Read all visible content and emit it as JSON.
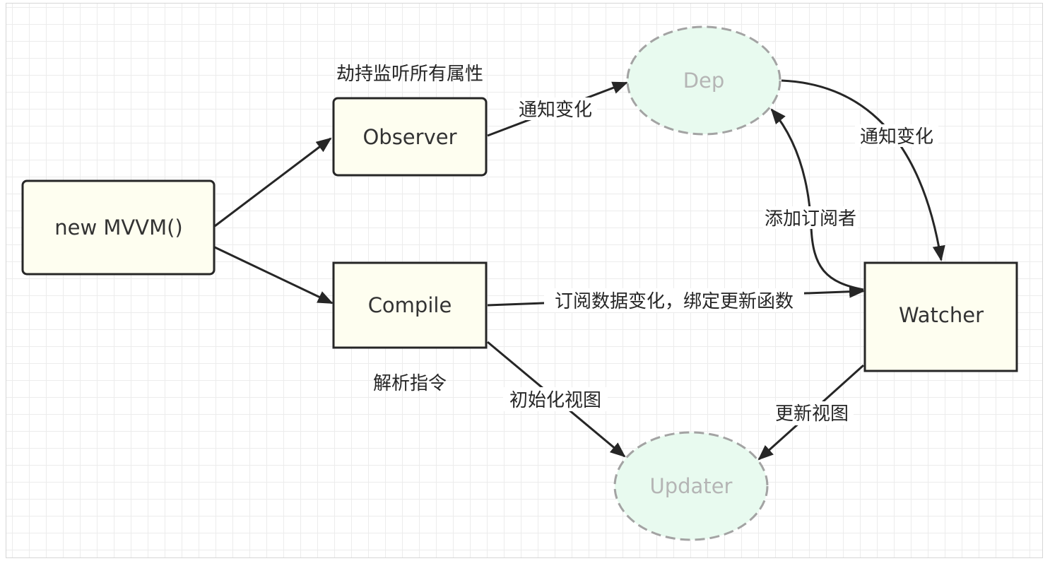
{
  "nodes": {
    "mvvm": "new MVVM()",
    "observer": "Observer",
    "compile": "Compile",
    "dep": "Dep",
    "watcher": "Watcher",
    "updater": "Updater"
  },
  "annotations": {
    "observer_note": "劫持监听所有属性",
    "compile_note": "解析指令"
  },
  "edges": {
    "observer_to_dep": "通知变化",
    "dep_to_watcher": "通知变化",
    "watcher_to_dep": "添加订阅者",
    "compile_to_watcher": "订阅数据变化，绑定更新函数",
    "compile_to_updater": "初始化视图",
    "watcher_to_updater": "更新视图"
  },
  "colors": {
    "box_fill": "#fefef0",
    "ellipse_fill": "#e8faef",
    "ellipse_stroke": "#a3a3a3",
    "line": "#262626"
  }
}
